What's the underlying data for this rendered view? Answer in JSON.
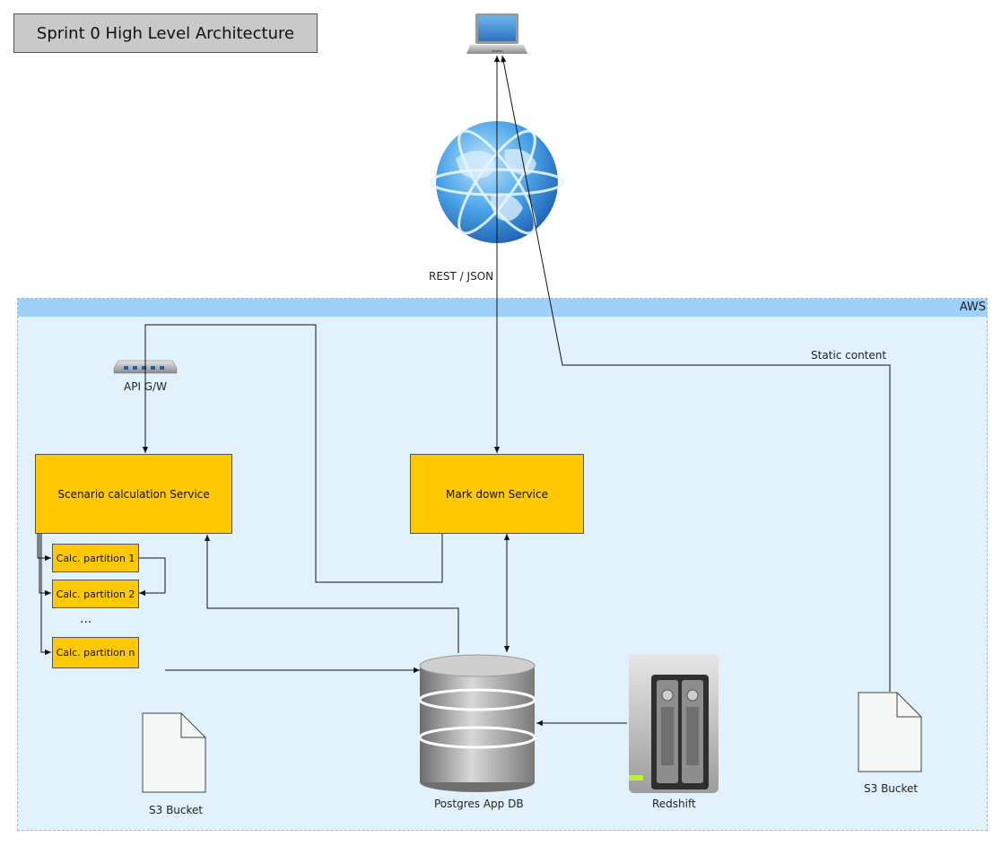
{
  "title": "Sprint 0 High Level Architecture",
  "aws_label": "AWS",
  "edge_labels": {
    "rest_json": "REST  / JSON",
    "static_content": "Static content"
  },
  "nodes": {
    "api_gateway": "API G/W",
    "scenario_service": "Scenario calculation Service",
    "markdown_service": "Mark down Service",
    "partitions": [
      "Calc. partition 1",
      "Calc. partition 2",
      "Calc. partition n"
    ],
    "ellipsis": "...",
    "s3_bucket_left": "S3 Bucket",
    "postgres": "Postgres App DB",
    "redshift": "Redshift",
    "s3_bucket_right": "S3 Bucket"
  },
  "icons": {
    "client": "laptop-icon",
    "internet": "globe-icon",
    "gateway": "router-icon",
    "database": "database-icon",
    "warehouse": "server-icon",
    "file": "document-icon"
  },
  "colors": {
    "service_fill": "#ffc800",
    "aws_fill": "#e1f2fc",
    "aws_bar": "#9fd0f7",
    "title_fill": "#c9c9c9"
  }
}
